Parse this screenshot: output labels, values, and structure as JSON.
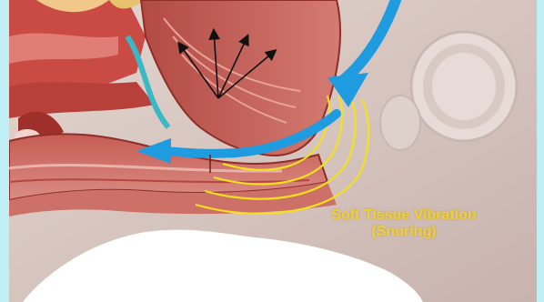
{
  "caption": {
    "line1": "Soft Tissue Vibration",
    "line2": "(Snoring)"
  },
  "colors": {
    "background_border": "#bfeff5",
    "skin": "#d6c3bd",
    "tissue_dark": "#a8413c",
    "tissue_mid": "#c9635b",
    "tissue_light": "#e0a39a",
    "airflow_arrow": "#1f9be0",
    "vibration_lines": "#f2e11c",
    "caption_text": "#f2d12a"
  },
  "icons": {
    "airflow": "curved-blue-arrow",
    "muscle_force": "black-radiating-arrows",
    "vibration": "concentric-yellow-arcs"
  }
}
